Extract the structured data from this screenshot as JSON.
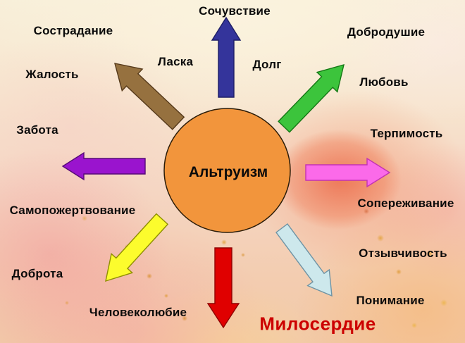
{
  "center": {
    "label": "Альтруизм",
    "fill": "#F2953C",
    "stroke": "#2B1C08"
  },
  "concepts": [
    {
      "id": "sochuvstvie",
      "text": "Сочувствие"
    },
    {
      "id": "sostradanie",
      "text": "Сострадание"
    },
    {
      "id": "zhalost",
      "text": "Жалость"
    },
    {
      "id": "zabota",
      "text": "Забота"
    },
    {
      "id": "laska",
      "text": "Ласка"
    },
    {
      "id": "dolg",
      "text": "Долг"
    },
    {
      "id": "dobrodushie",
      "text": "Добродушие"
    },
    {
      "id": "lyubov",
      "text": "Любовь"
    },
    {
      "id": "terpimost",
      "text": "Терпимость"
    },
    {
      "id": "samopozhertvovanie",
      "text": "Самопожертвование"
    },
    {
      "id": "dobrota",
      "text": "Доброта"
    },
    {
      "id": "chelovekolyubie",
      "text": "Человеколюбие"
    },
    {
      "id": "soperezhivanie",
      "text": "Сопереживание"
    },
    {
      "id": "otzyvchivost",
      "text": "Отзывчивость"
    },
    {
      "id": "ponimanie",
      "text": "Понимание"
    }
  ],
  "emphasis": {
    "text": "Милосердие",
    "color": "#CC0000"
  },
  "arrows": [
    {
      "name": "arrow-up",
      "color": "#34349B",
      "stroke": "#1E1E66"
    },
    {
      "name": "arrow-up-left",
      "color": "#96713F",
      "stroke": "#55391A"
    },
    {
      "name": "arrow-up-right",
      "color": "#3CC43C",
      "stroke": "#157815"
    },
    {
      "name": "arrow-left",
      "color": "#9A14CE",
      "stroke": "#560B77"
    },
    {
      "name": "arrow-right",
      "color": "#FB6AE9",
      "stroke": "#C232B4"
    },
    {
      "name": "arrow-down-left",
      "color": "#FCFC2D",
      "stroke": "#8F8F00"
    },
    {
      "name": "arrow-down",
      "color": "#E00000",
      "stroke": "#8F0000"
    },
    {
      "name": "arrow-down-right",
      "color": "#CDE8EC",
      "stroke": "#6E93A4"
    }
  ]
}
